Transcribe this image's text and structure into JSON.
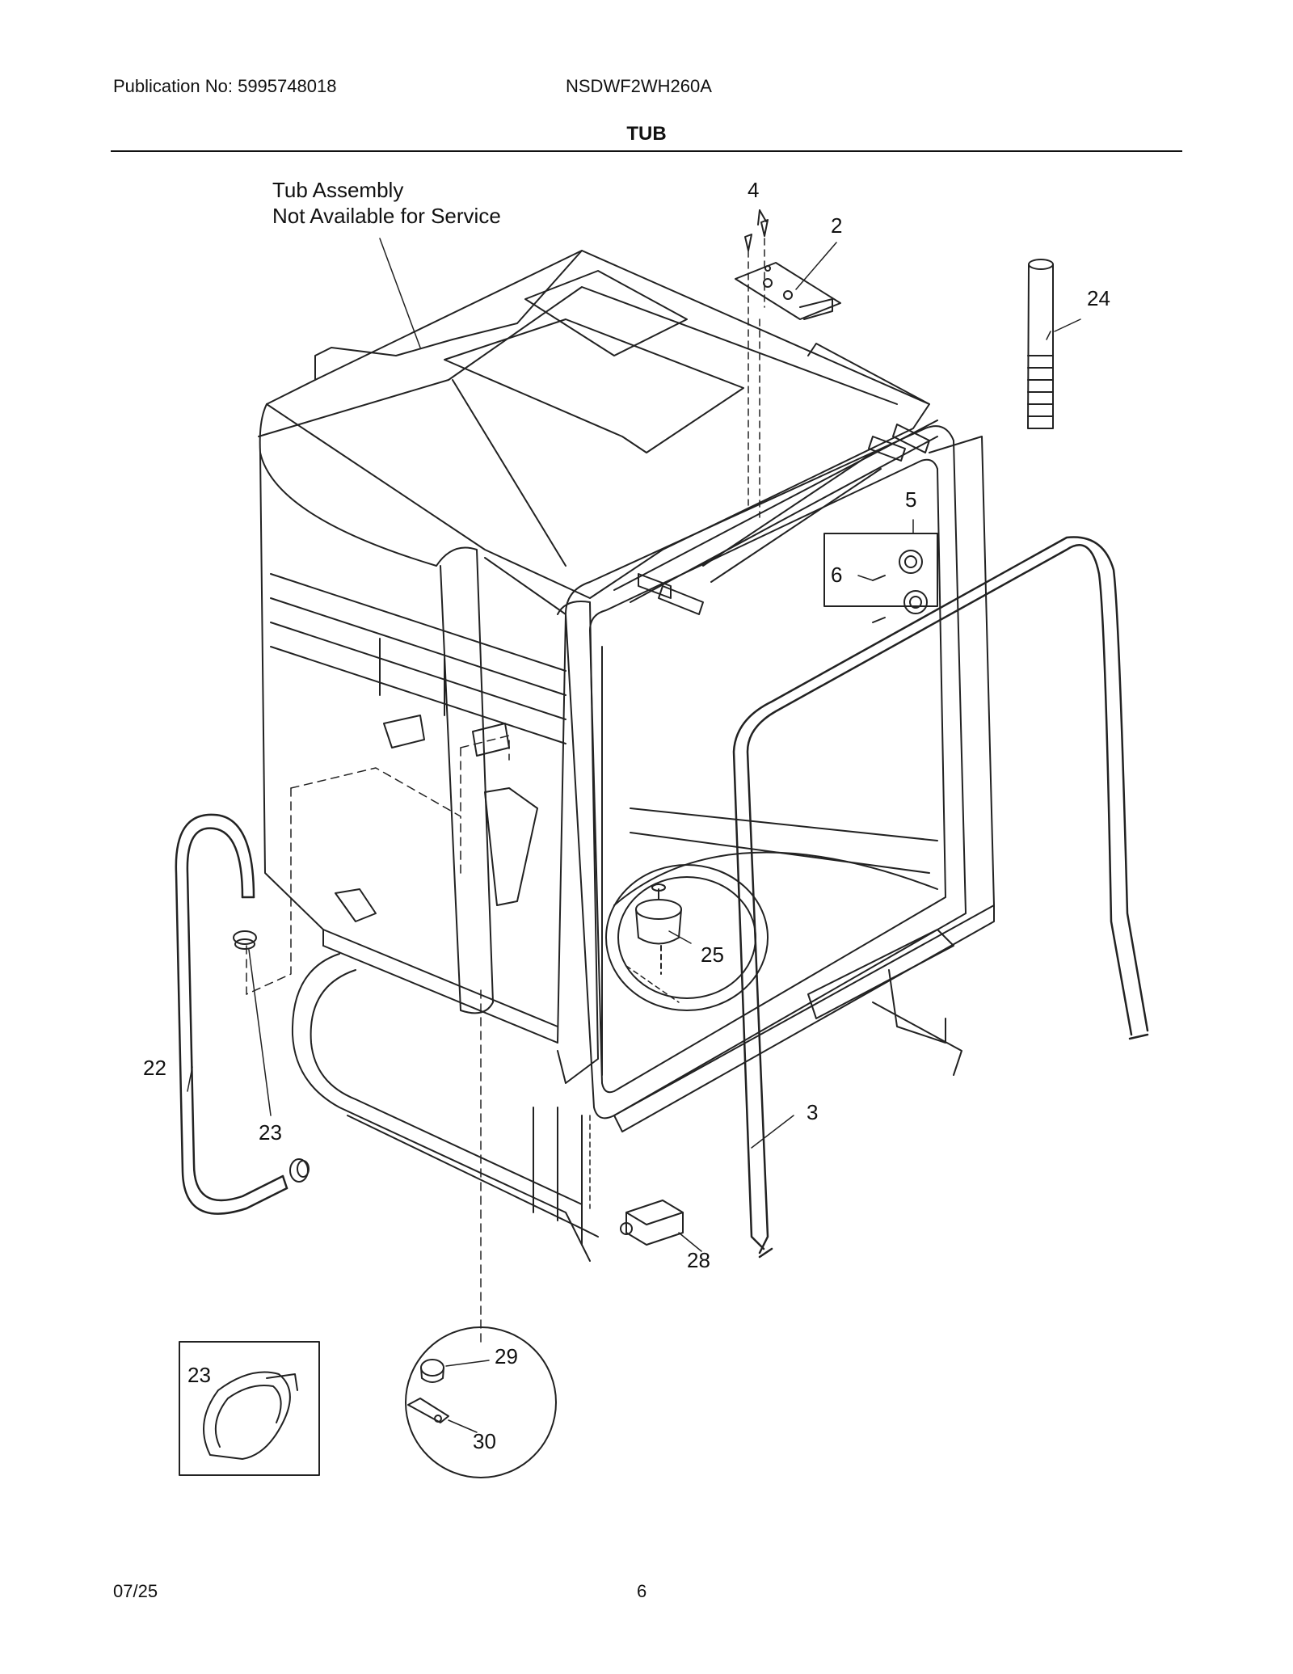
{
  "header": {
    "publication": "Publication No: 5995748018",
    "model": "NSDWF2WH260A",
    "section_title": "TUB"
  },
  "notes": {
    "tub_assembly_line1": "Tub Assembly",
    "tub_assembly_line2": "Not Available for Service"
  },
  "callouts": {
    "p2": "2",
    "p3": "3",
    "p4": "4",
    "p5": "5",
    "p6": "6",
    "p22": "22",
    "p23_hose": "23",
    "p23_inset": "23",
    "p24": "24",
    "p25": "25",
    "p28": "28",
    "p29": "29",
    "p30": "30"
  },
  "footer": {
    "date": "07/25",
    "page": "6"
  }
}
